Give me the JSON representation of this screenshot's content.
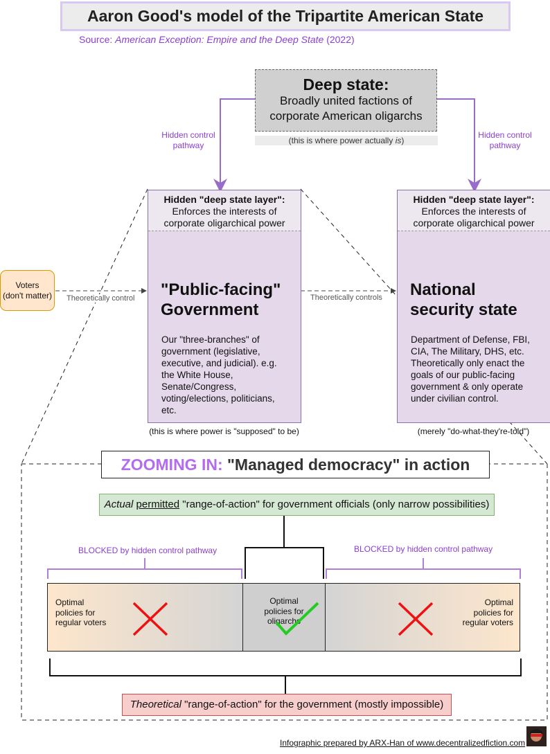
{
  "title": "Aaron Good's model of the Tripartite American State",
  "source": {
    "prefix": "Source: ",
    "book": "American Exception: Empire and the Deep State",
    "year": " (2022)"
  },
  "deep_state": {
    "title": "Deep state:",
    "desc_line1": "Broadly united factions of",
    "desc_line2": "corporate American oligarchs",
    "note_before": "(this is where power actually ",
    "note_em": "is",
    "note_after": ")"
  },
  "hidden_path": {
    "line1": "Hidden control",
    "line2": "pathway"
  },
  "layer": {
    "title": "Hidden \"deep state layer\":",
    "line1": "Enforces the interests of",
    "line2": "corporate oligarchical power"
  },
  "public_gov": {
    "heading_line1": "\"Public-facing\"",
    "heading_line2": "Government",
    "body": "Our \"three-branches\" of government (legislative, executive, and judicial). e.g. the White House, Senate/Congress, voting/elections, politicians, etc.",
    "note": "(this is where power is \"supposed\" to be)"
  },
  "national_security": {
    "heading_line1": "National",
    "heading_line2": "security state",
    "body": "Department of Defense, FBI, CIA, The Military, DHS, etc. Theoretically only enact the goals of our public-facing government & only operate under civilian control.",
    "note": "(merely \"do-what-they're-told\")"
  },
  "voters": {
    "line1": "Voters",
    "line2": "(don't matter)"
  },
  "theoretically_control": "Theoretically control",
  "theoretically_controls": "Theoretically controls",
  "zoom": {
    "prefix": "ZOOMING IN:",
    "rest": " \"Managed democracy\" in action"
  },
  "actual_range": {
    "em": "Actual",
    "underline": "permitted",
    "rest": " \"range-of-action\" for government officials (only narrow possibilities)"
  },
  "blocked_label": "BLOCKED by hidden control pathway",
  "policies": {
    "voters_line1": "Optimal",
    "voters_line2": "policies for",
    "voters_line3": "regular voters",
    "oligarchs_line1": "Optimal",
    "oligarchs_line2": "policies for",
    "oligarchs_line3": "oligarchs"
  },
  "theoretical_range": {
    "em": "Theoretical",
    "rest": " \"range-of-action\" for the government (mostly impossible)"
  },
  "credit": "Infographic prepared by ARX-Han of www.decentralizedfiction.com",
  "colors": {
    "purple": "#8a3fd1",
    "deep_gray": "#d0d0d0",
    "gov_fill": "#e5d8ea",
    "voters_fill": "#ffe6cc",
    "green_fill": "#d5e8d4",
    "red_fill": "#f8cecc",
    "cross": "#ee1111",
    "check": "#22cc22"
  }
}
